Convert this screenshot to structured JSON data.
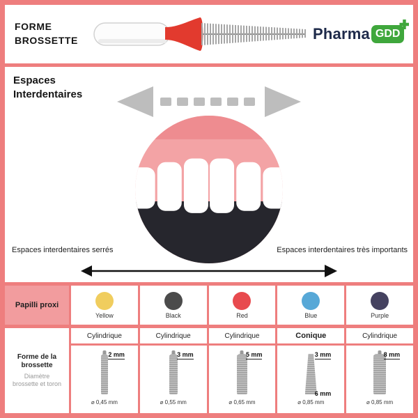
{
  "colors": {
    "frame_pink": "#ee7e7e",
    "papilli_cell_pink": "#f29c9e",
    "brand_green": "#3fa73c",
    "brand_navy": "#1e2a4a",
    "brush_red": "#e23a2e",
    "arrow_gray": "#bdbdbd"
  },
  "header": {
    "title_line1": "FORME",
    "title_line2": "BROSSETTE",
    "logo_pharma": "Pharma",
    "logo_gdd": "GDD"
  },
  "spaces": {
    "title_line1": "Espaces",
    "title_line2": "Interdentaires",
    "label_left": "Espaces interdentaires serrés",
    "label_right": "Espaces interdentaires très importants"
  },
  "papilli": {
    "row_label": "Papilli proxi",
    "items": [
      {
        "name": "Yellow",
        "color": "#f0cd5e"
      },
      {
        "name": "Black",
        "color": "#4b4b4b"
      },
      {
        "name": "Red",
        "color": "#e84a4e"
      },
      {
        "name": "Blue",
        "color": "#57a8d7"
      },
      {
        "name": "Purple",
        "color": "#454260"
      }
    ]
  },
  "brushes": {
    "row_label_title": "Forme de la brossette",
    "row_label_sub": "Diamètre brossette et toron",
    "columns": [
      {
        "shape": "Cylindrique",
        "length_top": "2 mm",
        "diameter": "⌀ 0,45 mm"
      },
      {
        "shape": "Cylindrique",
        "length_top": "3 mm",
        "diameter": "⌀ 0,55 mm"
      },
      {
        "shape": "Cylindrique",
        "length_top": "5 mm",
        "diameter": "⌀ 0,65 mm"
      },
      {
        "shape": "Conique",
        "length_top": "3 mm",
        "length_bottom": "6 mm",
        "diameter": "⌀ 0,85 mm"
      },
      {
        "shape": "Cylindrique",
        "length_top": "8 mm",
        "diameter": "⌀ 0,85 mm"
      }
    ]
  }
}
